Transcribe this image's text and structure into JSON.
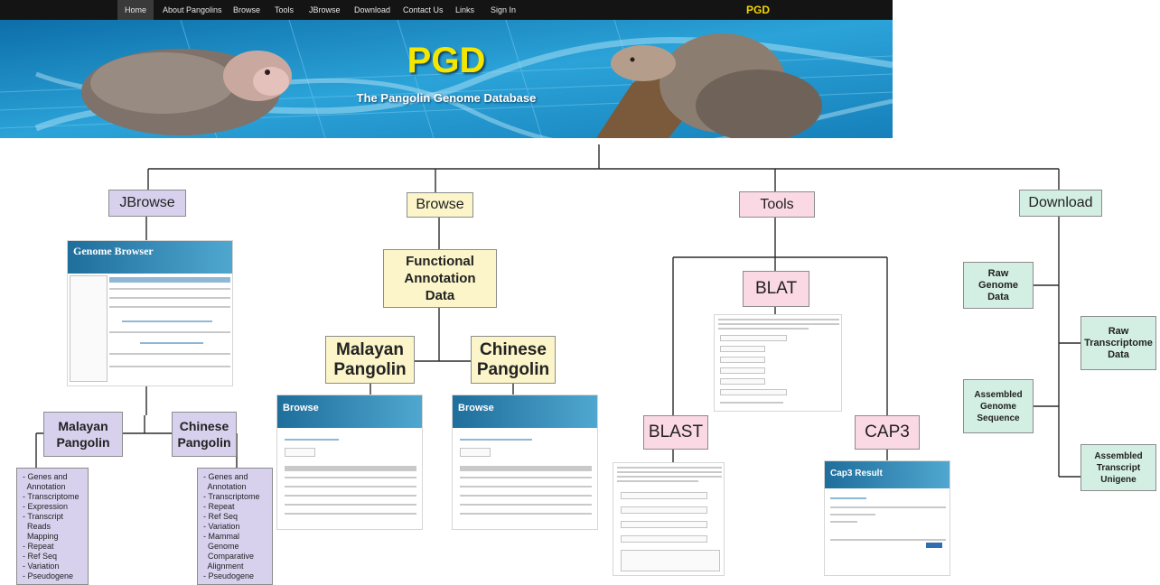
{
  "banner": {
    "nav": [
      "Home",
      "About Pangolins",
      "Browse",
      "Tools",
      "JBrowse",
      "Download",
      "Contact Us",
      "Links",
      "Sign In"
    ],
    "brand": "PGD",
    "title": "PGD",
    "subtitle": "The Pangolin Genome Database"
  },
  "jbrowse": {
    "label": "JBrowse",
    "thumb_title": "Genome Browser",
    "malayan": "Malayan\nPangolin",
    "chinese": "Chinese\nPangolin",
    "malayan_items": [
      "- Genes and",
      "  Annotation",
      "- Transcriptome",
      "- Expression",
      "- Transcript",
      "  Reads",
      "  Mapping",
      "- Repeat",
      "- Ref Seq",
      "- Variation",
      "- Pseudogene"
    ],
    "chinese_items": [
      "- Genes and",
      "  Annotation",
      "- Transcriptome",
      "- Repeat",
      "- Ref Seq",
      "- Variation",
      "- Mammal",
      "  Genome",
      "  Comparative",
      "  Alignment",
      "- Pseudogene"
    ]
  },
  "browse": {
    "label": "Browse",
    "functional": "Functional\nAnnotation\nData",
    "malayan": "Malayan\nPangolin",
    "chinese": "Chinese\nPangolin",
    "thumb_title": "Browse"
  },
  "tools": {
    "label": "Tools",
    "blat": "BLAT",
    "blast": "BLAST",
    "cap3": "CAP3",
    "cap3_thumb_title": "Cap3 Result"
  },
  "download": {
    "label": "Download",
    "raw_genome": "Raw\nGenome\nData",
    "raw_transcriptome": "Raw\nTranscriptome\nData",
    "assembled_genome": "Assembled\nGenome Sequence",
    "assembled_transcript": "Assembled\nTranscript Unigene"
  },
  "colors": {
    "purple": "#d7d1ee",
    "yellow": "#fbf5c9",
    "pink": "#fad8e4",
    "green": "#d3eee3",
    "banner_blue": "#1b8fc4",
    "title_yellow": "#f5e600"
  }
}
